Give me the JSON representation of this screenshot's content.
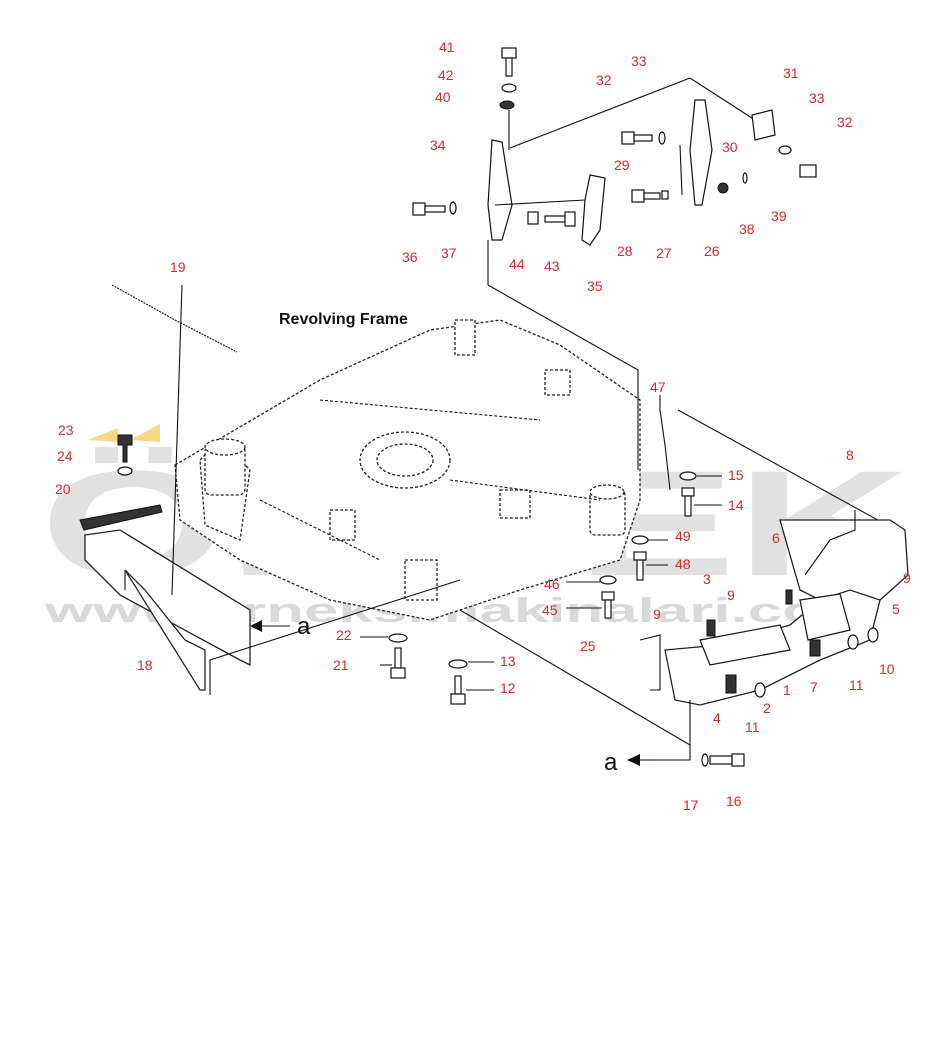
{
  "title": "Revolving Frame",
  "watermark": {
    "brand": "ÖRNEK",
    "url": "www.orneksimakinalari.com"
  },
  "reference_mark": "a",
  "part_labels": [
    "1",
    "2",
    "3",
    "4",
    "5",
    "6",
    "7",
    "8",
    "9",
    "10",
    "11",
    "12",
    "13",
    "14",
    "15",
    "16",
    "17",
    "18",
    "19",
    "20",
    "21",
    "22",
    "23",
    "24",
    "25",
    "26",
    "27",
    "28",
    "29",
    "30",
    "31",
    "32",
    "33",
    "34",
    "35",
    "36",
    "37",
    "38",
    "39",
    "40",
    "41",
    "42",
    "43",
    "44",
    "45",
    "46",
    "47",
    "48",
    "49"
  ],
  "colors": {
    "label": "#d42a2a",
    "line": "#111111",
    "watermark": "#c9c9c9",
    "watermark_accent": "#f2c94c"
  }
}
